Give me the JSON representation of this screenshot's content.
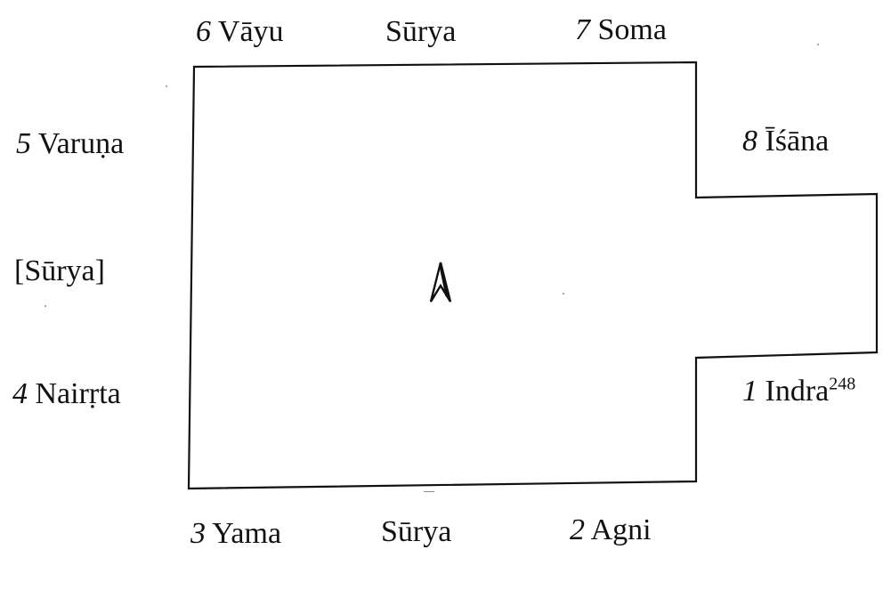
{
  "diagram": {
    "deities": {
      "vayu": {
        "num": "6",
        "name": "Vāyu"
      },
      "surya_top": {
        "name": "Sūrya"
      },
      "soma": {
        "num": "7",
        "name": "Soma"
      },
      "varuna": {
        "num": "5",
        "name": "Varuṇa"
      },
      "isana": {
        "num": "8",
        "name": "Īśāna"
      },
      "surya_west": {
        "name": "[Sūrya]"
      },
      "nairrta": {
        "num": "4",
        "name": "Nairṛta"
      },
      "indra": {
        "num": "1",
        "name": "Indra",
        "footnote": "248"
      },
      "yama": {
        "num": "3",
        "name": "Yama"
      },
      "surya_bottom": {
        "name": "Sūrya"
      },
      "agni": {
        "num": "2",
        "name": "Agni"
      }
    },
    "center_marker": {
      "icon": "a-shaped-marker-icon"
    },
    "colors": {
      "ink": "#111111",
      "background": "#ffffff"
    }
  }
}
